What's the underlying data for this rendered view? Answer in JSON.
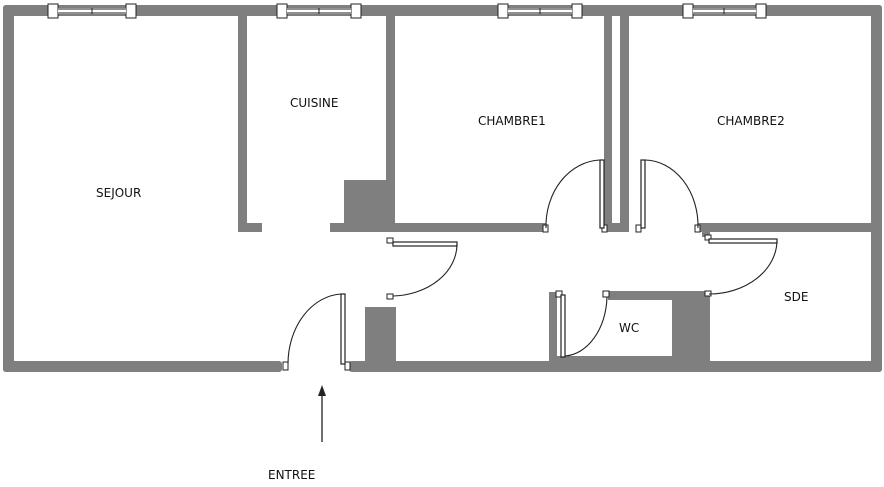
{
  "plan": {
    "wall_color": "#7f7f7f",
    "rooms": {
      "sejour": "SEJOUR",
      "cuisine": "CUISINE",
      "chambre1": "CHAMBRE1",
      "chambre2": "CHAMBRE2",
      "sde": "SDE",
      "wc": "WC"
    },
    "entrance": "ENTREE"
  }
}
